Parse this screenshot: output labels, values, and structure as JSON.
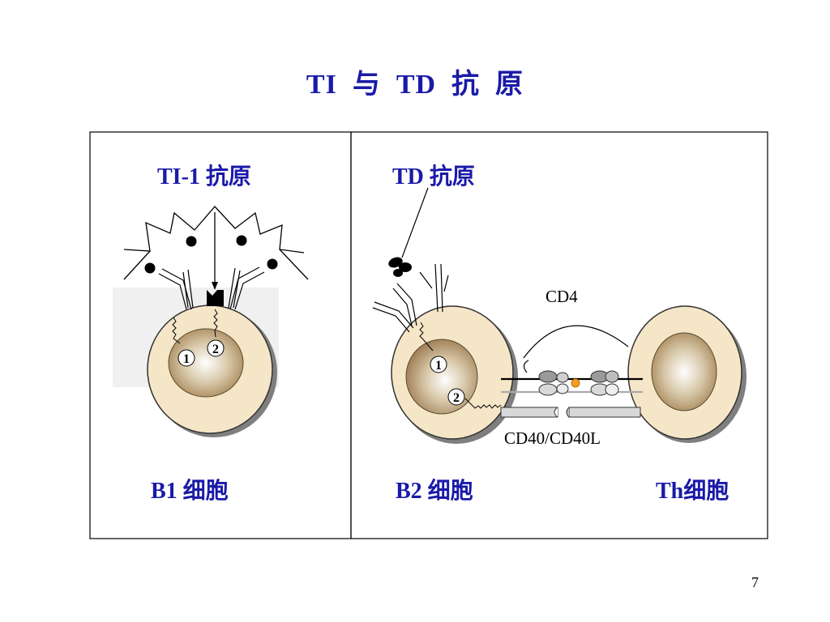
{
  "slide": {
    "title": "TI  与  TD  抗  原",
    "page_number": "7"
  },
  "left_panel": {
    "antigen_label": "TI-1 抗原",
    "cell_label": "B1 细胞",
    "signal_1": "1",
    "signal_2": "2"
  },
  "right_panel": {
    "antigen_label": "TD 抗原",
    "b_cell_label": "B2 细胞",
    "th_cell_label": "Th细胞",
    "cd4_label": "CD4",
    "cd40_label": "CD40/CD40L",
    "signal_1": "1",
    "signal_2": "2"
  }
}
